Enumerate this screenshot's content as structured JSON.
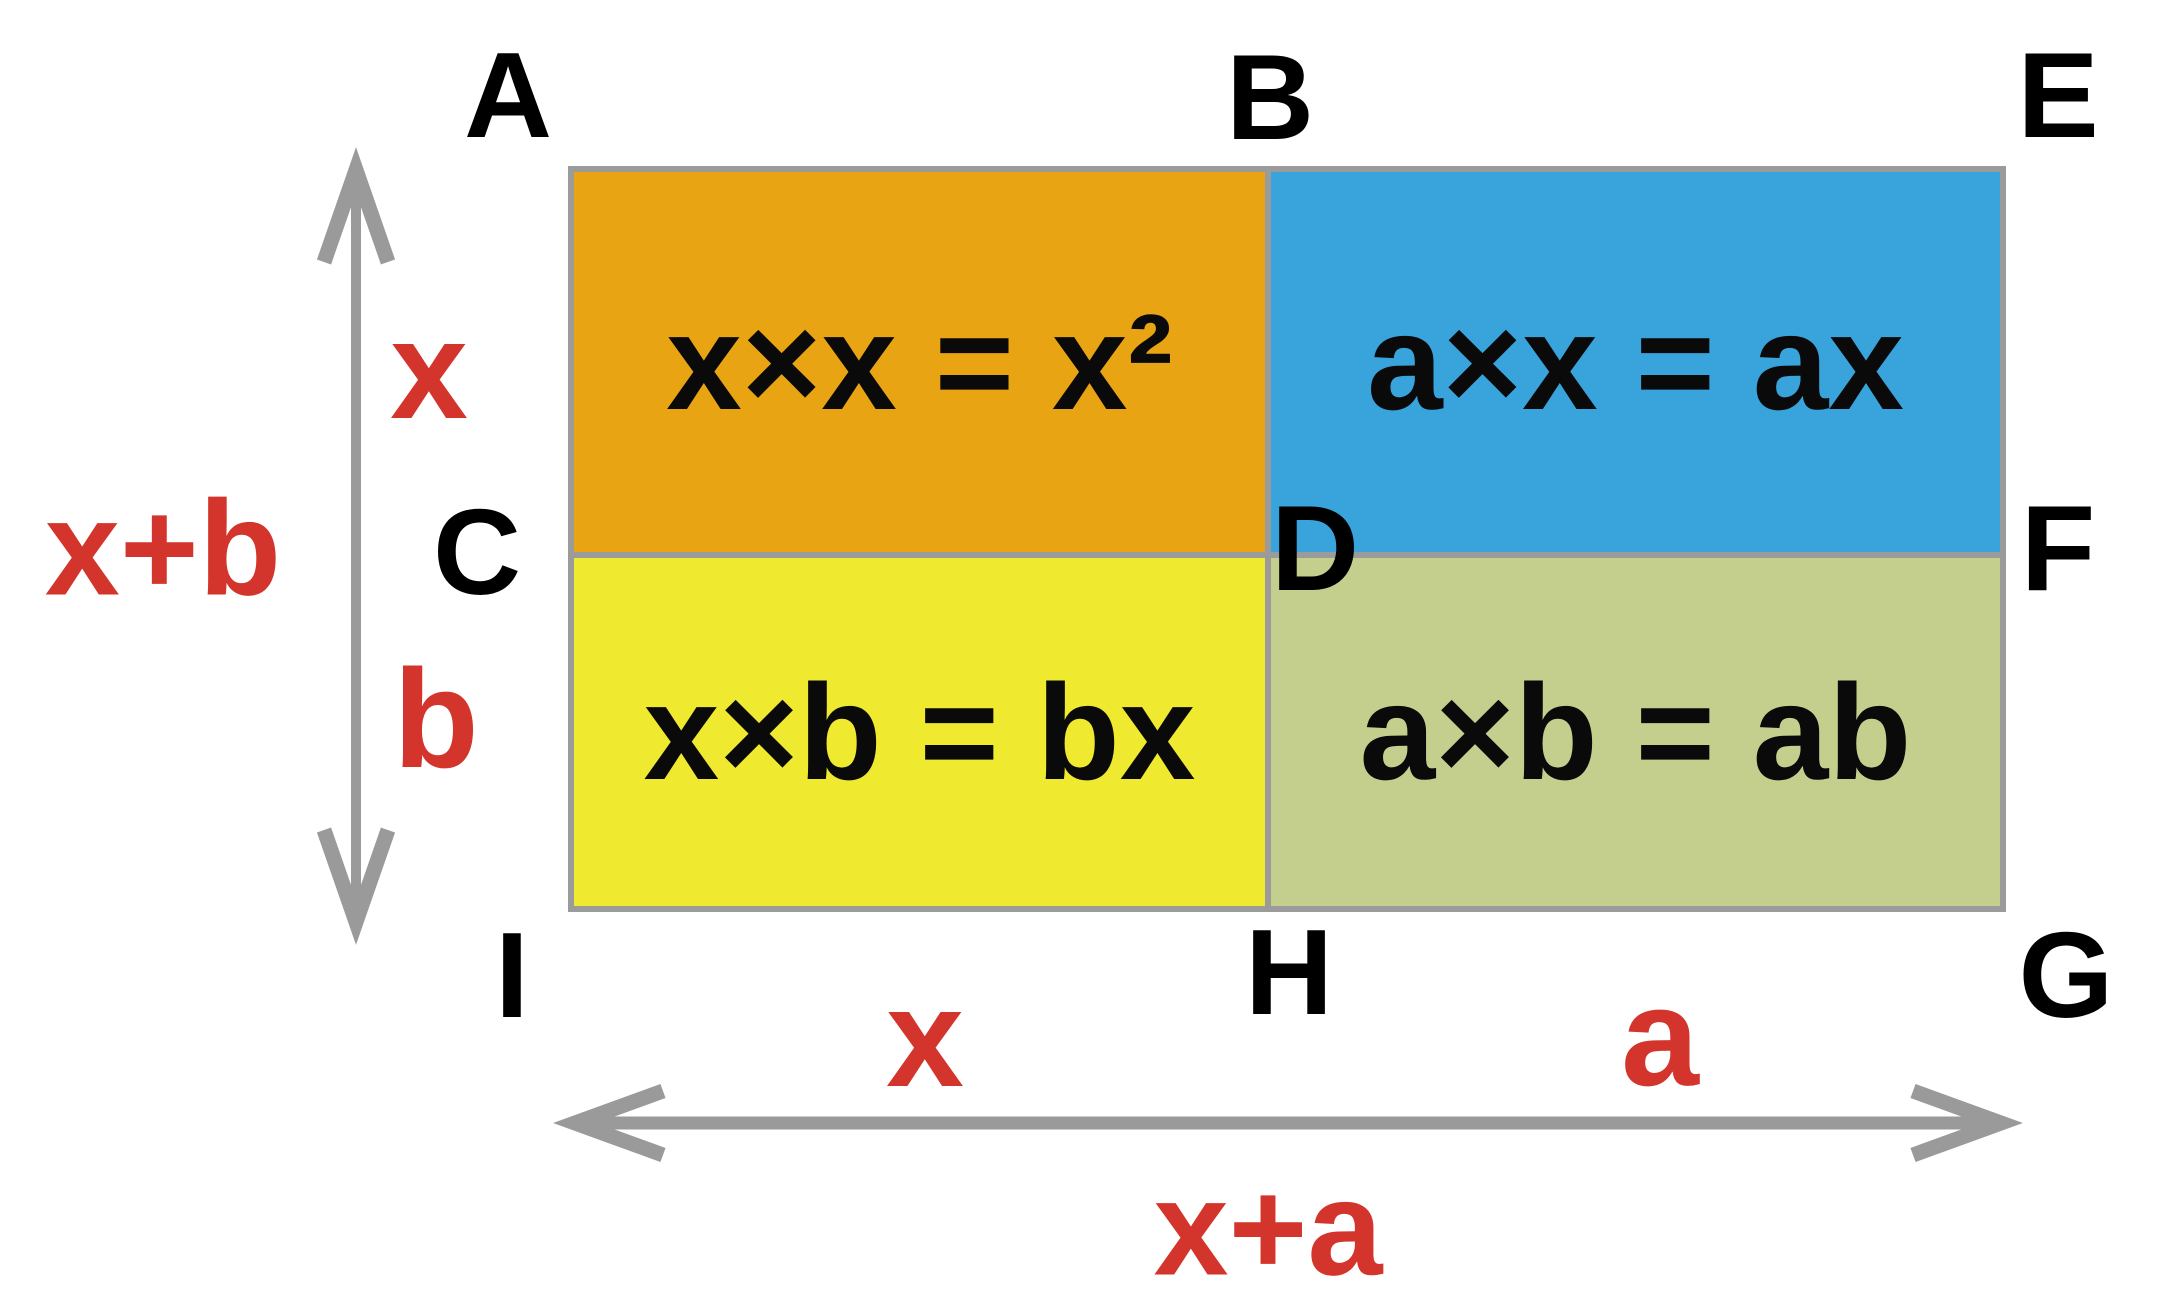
{
  "diagram": {
    "corners": {
      "top_left": "A",
      "top_middle": "B",
      "top_right": "E",
      "middle_left": "C",
      "center": "D",
      "middle_right": "F",
      "bottom_left": "I",
      "bottom_middle": "H",
      "bottom_right": "G"
    },
    "cells": {
      "x_times_x": {
        "equation": "x×x = x²",
        "color": "#E8A412"
      },
      "a_times_x": {
        "equation": "a×x = ax",
        "color": "#39A3DC"
      },
      "x_times_b": {
        "equation": "x×b = bx",
        "color": "#EFE930"
      },
      "a_times_b": {
        "equation": "a×b = ab",
        "color": "#C5CF8D"
      }
    },
    "dimensions": {
      "left": {
        "top_segment": "x",
        "bottom_segment": "b",
        "total": "x+b"
      },
      "bottom": {
        "left_segment": "x",
        "right_segment": "a",
        "total": "x+a"
      }
    },
    "colors": {
      "border": "#9B9B9B",
      "arrow": "#9A9A9A",
      "label_red": "#D3342B",
      "text_black": "#0A0A0A",
      "background": "#FFFFFF"
    }
  }
}
